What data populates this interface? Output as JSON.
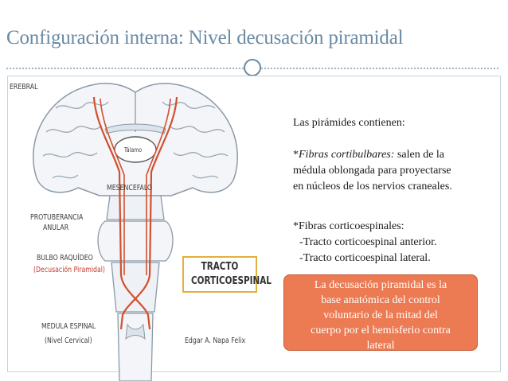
{
  "title": "Configuración interna: Nivel decusación piramidal",
  "illustration": {
    "labels": {
      "cerebral": "EREBRAL",
      "talamo": "Tálamo",
      "mesencefalo": "MESENCEFALO",
      "protuberancia": "PROTUBERANCIA",
      "anular": "ANULAR",
      "bulbo": "BULBO RAQUÍDEO",
      "decusacion": "(Decusación Piramidal)",
      "medula": "MEDULA ESPINAL",
      "nivel_cervical": "(Nivel Cervical)",
      "autor": "Edgar A. Napa Felix"
    },
    "tracto": {
      "line1": "TRACTO",
      "line2": "CORTICOESPINAL"
    },
    "colors": {
      "tract": "#d2502e",
      "tissue": "#ffffff",
      "outline": "#8a9aa8",
      "shade": "#dde3ea"
    }
  },
  "text": {
    "intro": "Las pirámides contienen:",
    "fibras_cb_prefix": "*",
    "fibras_cb_term": "Fibras cortibulbares:",
    "fibras_cb_rest1": " salen de la",
    "fibras_cb_line2": "médula oblongada para proyectarse",
    "fibras_cb_line3": "en núcleos de los nervios craneales.",
    "fibras_ce_title": "*Fibras corticoespinales:",
    "fibras_ce_item1": "-Tracto corticoespinal anterior.",
    "fibras_ce_item2": "-Tracto corticoespinal lateral."
  },
  "callout": {
    "line1": "La decusación piramidal  es la",
    "line2": "base anatómica del control",
    "line3": "voluntario de la mitad del",
    "line4": "cuerpo por el hemisferio contra",
    "line5": "lateral",
    "color": "#ec7a52"
  }
}
